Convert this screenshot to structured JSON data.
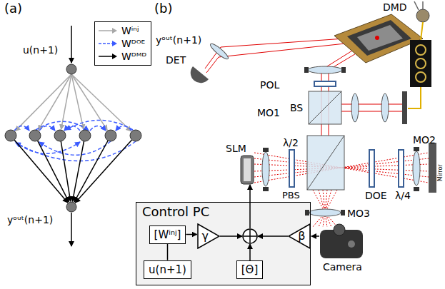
{
  "diagram": {
    "nodes": [
      {
        "text": [
          "Control PC"
        ]
      },
      {
        "text": [
          "[Wⁱⁿʲ]"
        ],
        "in": 0
      },
      {
        "text": [
          "u(n+1)"
        ],
        "in": 0
      },
      {
        "text": [
          "γ"
        ],
        "in": 0
      },
      {
        "text": [
          "[Θ]"
        ],
        "in": 0
      },
      {
        "text": [
          "β"
        ],
        "in": 0
      }
    ],
    "edges": [
      {
        "from": 1,
        "to": 3,
        "arrow": "to"
      },
      {
        "from": 1,
        "to": 2,
        "arrow": "none"
      }
    ],
    "labels": [
      "(a)",
      "u(n+1)",
      "yᵒᵘᵗ(n+1)",
      "(b)",
      "DMD",
      "yᵒᵘᵗ(n+1)",
      "DET",
      "POL",
      "BS",
      "SLM",
      "MO1",
      "λ/2",
      "PBS",
      "DOE",
      "λ/4",
      "MO2",
      "Mirror",
      "MO3",
      "Camera"
    ],
    "legend": [
      {
        "text": "Wⁱⁿʲ"
      },
      {
        "text": "Wᴰᴼᴱ"
      },
      {
        "text": "Wᴰᴹᴰ"
      }
    ]
  }
}
